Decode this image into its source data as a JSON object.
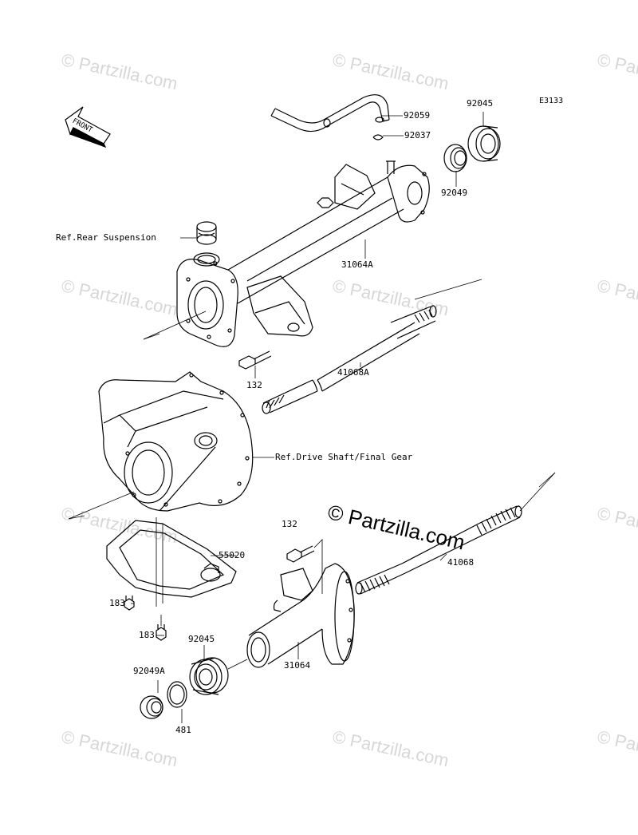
{
  "diagram": {
    "code": "E3133",
    "front_label": "FRONT",
    "watermark": "© Partzilla.com",
    "parts": {
      "p92059": "92059",
      "p92045_top": "92045",
      "p92037": "92037",
      "p92049": "92049",
      "p31064A": "31064A",
      "p132_top": "132",
      "p41068A": "41068A",
      "p132_bottom": "132",
      "p41068": "41068",
      "p55020": "55020",
      "p183_a": "183",
      "p183_b": "183",
      "p92045_bottom": "92045",
      "p92049A": "92049A",
      "p31064": "31064",
      "p481": "481"
    },
    "refs": {
      "rear_suspension": "Ref.Rear Suspension",
      "drive_shaft": "Ref.Drive Shaft/Final Gear"
    }
  }
}
